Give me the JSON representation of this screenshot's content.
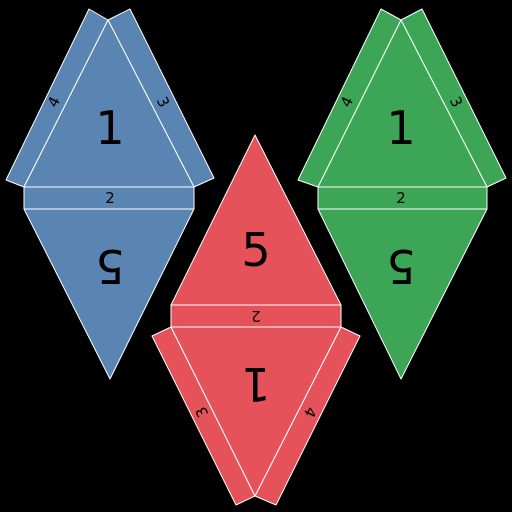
{
  "colors": {
    "background": "#000000",
    "blue": "#5a84b2",
    "green": "#3da656",
    "red": "#e5525a",
    "edge": "#ffffff",
    "label": "#000000"
  },
  "nets": {
    "blue": {
      "face_top": "1",
      "face_bottom": "5",
      "strip": "2",
      "flap_left": "4",
      "flap_right": "3"
    },
    "red": {
      "face_top": "5",
      "face_bottom": "1",
      "strip": "2",
      "flap_left": "3",
      "flap_right": "4"
    },
    "green": {
      "face_top": "1",
      "face_bottom": "5",
      "strip": "2",
      "flap_left": "4",
      "flap_right": "3"
    }
  }
}
